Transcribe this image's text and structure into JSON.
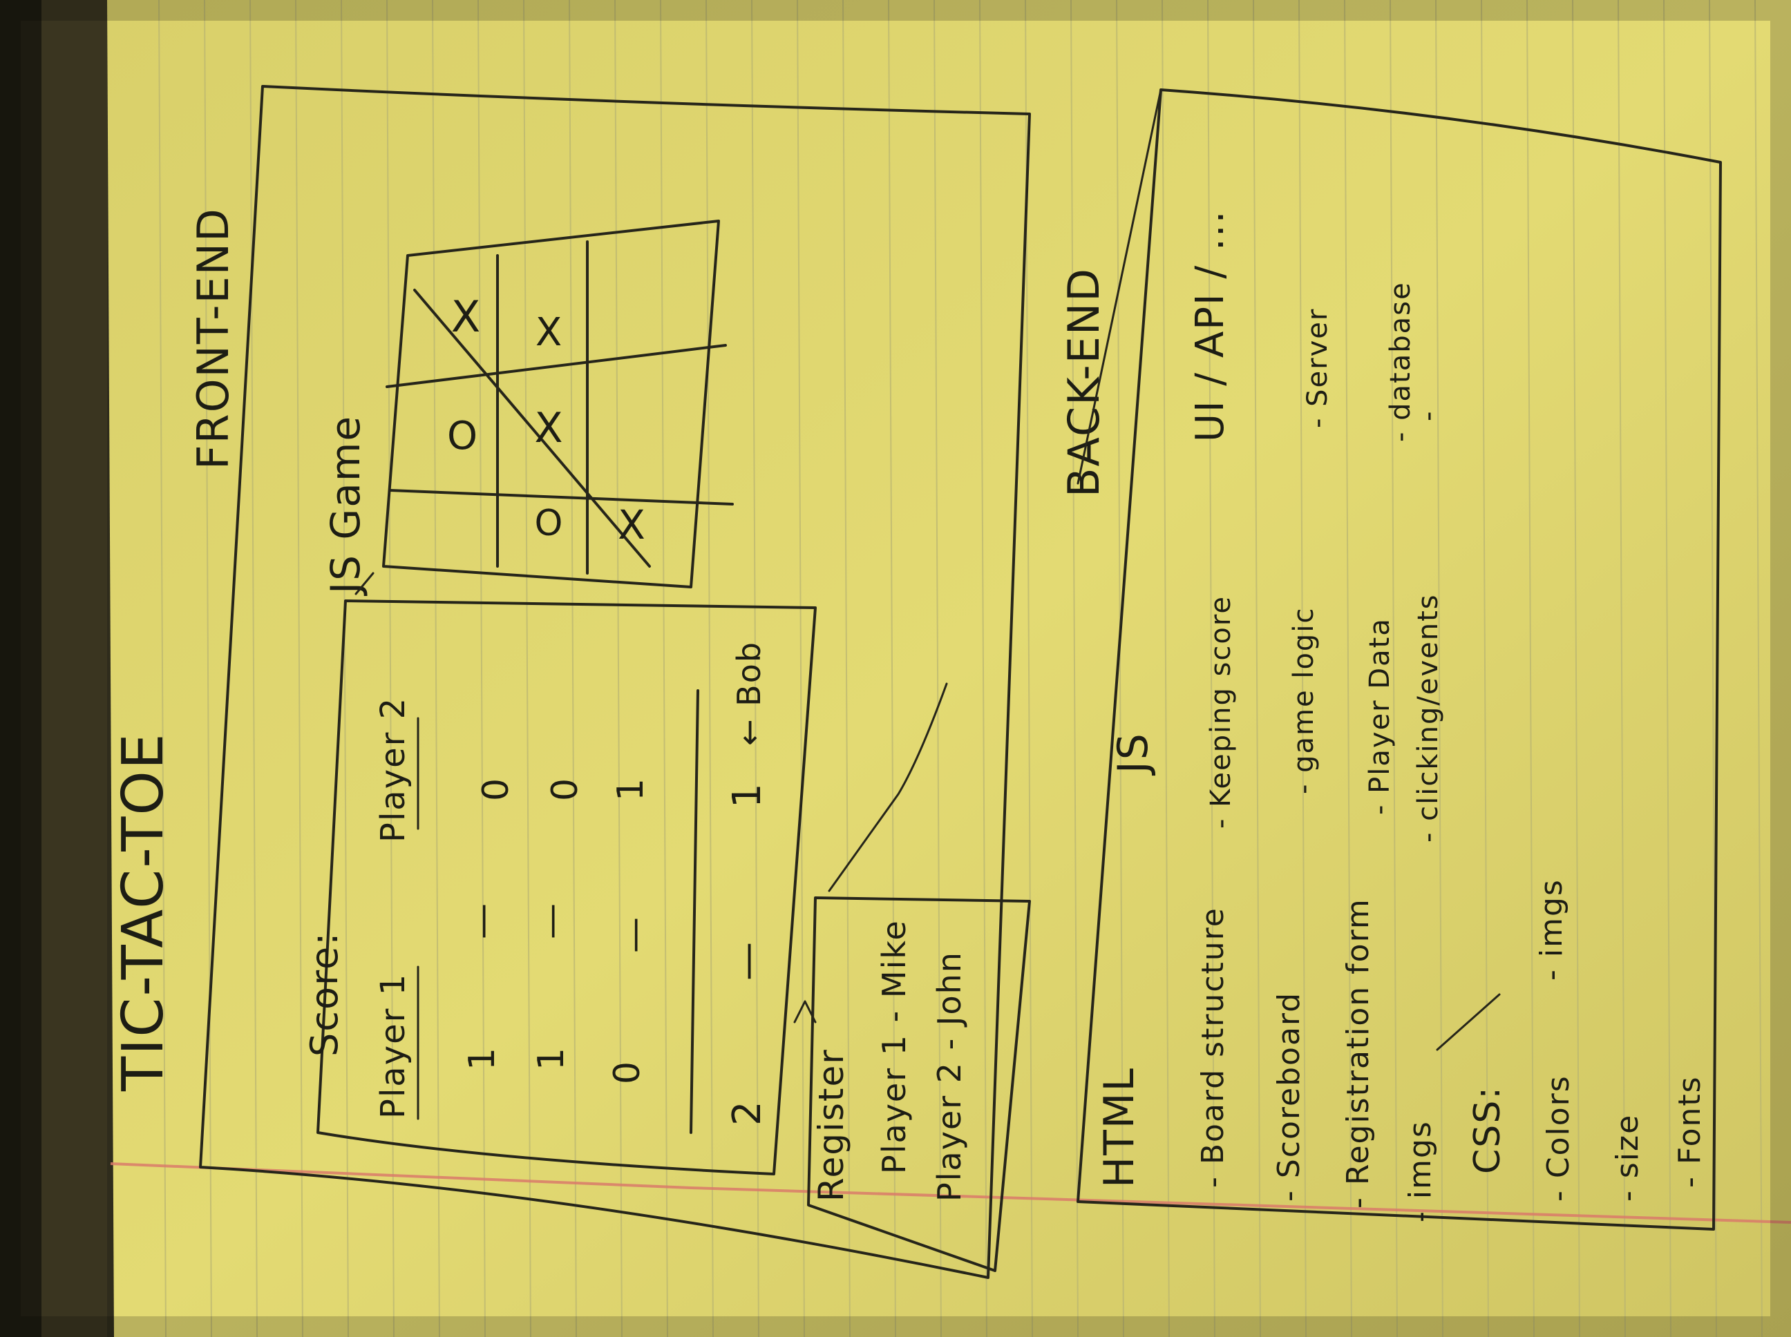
{
  "page": {
    "heading": "TIC-TAC-TOE"
  },
  "front_end": {
    "label": "FRONT-END",
    "score_panel": {
      "title": "Score:",
      "col_player1": "Player 1",
      "col_player2": "Player 2",
      "rows": [
        {
          "p1": "1",
          "sep": "—",
          "p2": "0"
        },
        {
          "p1": "1",
          "sep": "—",
          "p2": "0"
        },
        {
          "p1": "0",
          "sep": "—",
          "p2": "1"
        }
      ],
      "total": {
        "p1": "2",
        "sep": "—",
        "p2": "1",
        "note": "← Bob"
      }
    },
    "game_panel": {
      "title": "JS Game",
      "cells": [
        "X",
        "O",
        "",
        "X",
        "X",
        "O",
        "X",
        "",
        ""
      ]
    },
    "register_panel": {
      "title": "Register",
      "entries": [
        "Player 1 - Mike",
        "Player 2 - John"
      ]
    }
  },
  "back_end": {
    "label": "BACK-END",
    "html_column": {
      "title": "HTML",
      "items": [
        "- Board structure",
        "- Scoreboard",
        "- Registration form",
        "- imgs"
      ]
    },
    "css_column": {
      "title": "CSS:",
      "items": [
        "- Colors",
        "- size",
        "- Fonts",
        "- imgs"
      ]
    },
    "js_column": {
      "title": "JS",
      "items": [
        "- Keeping score",
        "- game logic",
        "- Player Data",
        "- clicking/events"
      ]
    },
    "ui_column": {
      "title": "UI / API / ...",
      "items": [
        "- Server",
        "- database",
        "-"
      ]
    }
  }
}
